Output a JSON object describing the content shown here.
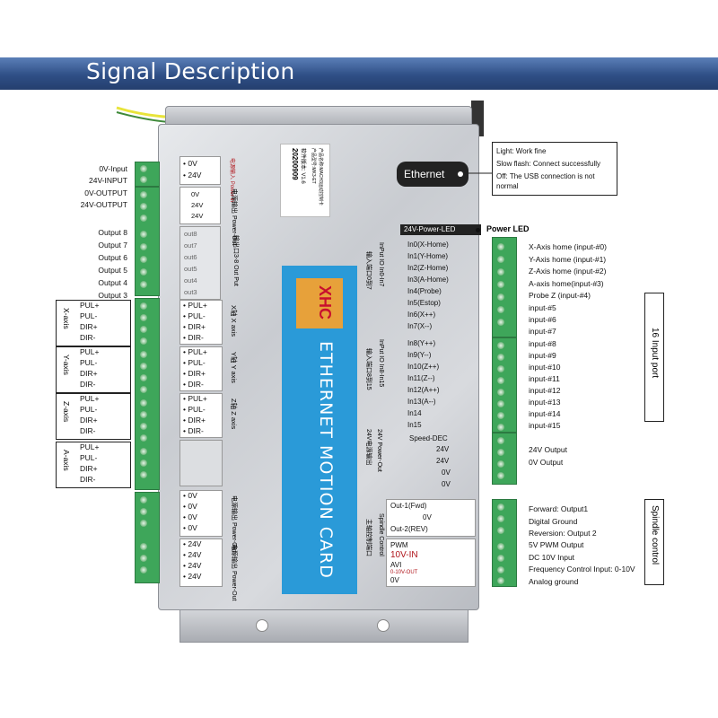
{
  "header": {
    "title": "Signal Description"
  },
  "left_labels": {
    "power_in": [
      "0V-Input",
      "24V-INPUT"
    ],
    "power_out": [
      "0V-OUTPUT",
      "24V-OUTPUT"
    ],
    "outputs": [
      "Output 8",
      "Output 7",
      "Output 6",
      "Output 5",
      "Output 4",
      "Output 3"
    ]
  },
  "axis_groups": [
    {
      "name": "X-axis",
      "pins": [
        "PUL+",
        "PUL-",
        "DIR+",
        "DIR-"
      ]
    },
    {
      "name": "Y-axis",
      "pins": [
        "PUL+",
        "PUL-",
        "DIR+",
        "DIR-"
      ]
    },
    {
      "name": "Z-axis",
      "pins": [
        "PUL+",
        "PUL-",
        "DIR+",
        "DIR-"
      ]
    },
    {
      "name": "A-axis",
      "pins": [
        "PUL+",
        "PUL-",
        "DIR+",
        "DIR-"
      ]
    }
  ],
  "board": {
    "power_in_pins": [
      "0V",
      "24V"
    ],
    "power_in_label": "电源输入",
    "power_in_sub": "Power-in",
    "power_out_pins": [
      "0V",
      "24V",
      "24V"
    ],
    "power_out_label": "电源输出",
    "power_out_sub": "Power-Out",
    "out_pins": [
      "out8",
      "out7",
      "out6",
      "out5",
      "out4",
      "out3"
    ],
    "out_label": "输出口3-8",
    "out_sub": "Out Put",
    "axis_pins": [
      [
        "PUL+",
        "PUL-",
        "DIR+",
        "DIR-"
      ],
      [
        "PUL+",
        "PUL-",
        "DIR+",
        "DIR-"
      ],
      [
        "PUL+",
        "PUL-",
        "DIR+",
        "DIR-"
      ]
    ],
    "axis_labels": [
      "X轴",
      "Y轴",
      "Z轴"
    ],
    "axis_subs": [
      "X axis",
      "Y axis",
      "Z axis"
    ],
    "bottom_pins_1": [
      "0V",
      "0V",
      "0V",
      "0V"
    ],
    "bottom_pins_2": [
      "24V",
      "24V",
      "24V",
      "24V"
    ],
    "sticker_lines": [
      "产品名称:MACH3运动控制卡",
      "产品型号:MK3-ET",
      "软件版本: V1.6",
      "20200909"
    ],
    "card_title": "ETHERNET MOTION CARD",
    "logo": "XHC",
    "ethernet_label": "Ethernet",
    "power_led_label": "24V-Power-LED",
    "input_group1_label": "InPut IO In0-In7",
    "input_group1_sub": "输入端口0到7",
    "input_group2_label": "InPut IO In8-In15",
    "input_group2_sub": "输入端口8到15",
    "power_out_label2": "24V Power-Out",
    "power_out_sub2": "24V电源输出",
    "spindle_label": "Spindle Control",
    "spindle_sub": "主轴控制端口",
    "inputs_a": [
      "In0(X-Home)",
      "In1(Y-Home)",
      "In2(Z-Home)",
      "In3(A-Home)",
      "In4(Probe)",
      "In5(Estop)",
      "In6(X++)",
      "In7(X--)"
    ],
    "inputs_b": [
      "In8(Y++)",
      "In9(Y--)",
      "In10(Z++)",
      "In11(Z--)",
      "In12(A++)",
      "In13(A--)",
      "In14",
      "In15"
    ],
    "speed_block": [
      "Speed-DEC",
      "24V",
      "24V",
      "0V",
      "0V"
    ],
    "spindle_block": [
      "Out-1(Fwd)",
      "0V",
      "Out-2(REV)"
    ],
    "pwm_block": [
      "PWM",
      "10V-IN",
      "AVI",
      "0-10V-OUT",
      "0V"
    ]
  },
  "ethernet_note": [
    "Light: Work fine",
    "Slow flash: Connect successfully",
    "Off: The USB connection is not normal"
  ],
  "power_led": "Power LED",
  "right_labels": [
    "X-Axis home (input-#0)",
    "Y-Axis home (input-#1)",
    "Z-Axis home (input-#2)",
    "A-axis home(input-#3)",
    "Probe Z (input-#4)",
    "input-#5",
    "input-#6",
    "input-#7",
    "input-#8",
    "input-#9",
    "input-#10",
    "input-#11",
    "input-#12",
    "input-#13",
    "input-#14",
    "input-#15",
    "24V Output",
    "0V Output"
  ],
  "input_port_tag": "16 Input port",
  "spindle_labels": [
    "Forward: Output1",
    "Digital Ground",
    "Reversion: Output 2",
    "5V PWM Output",
    "DC 10V Input",
    "Frequency Control Input: 0-10V",
    "Analog ground"
  ],
  "spindle_tag": "Spindle control"
}
